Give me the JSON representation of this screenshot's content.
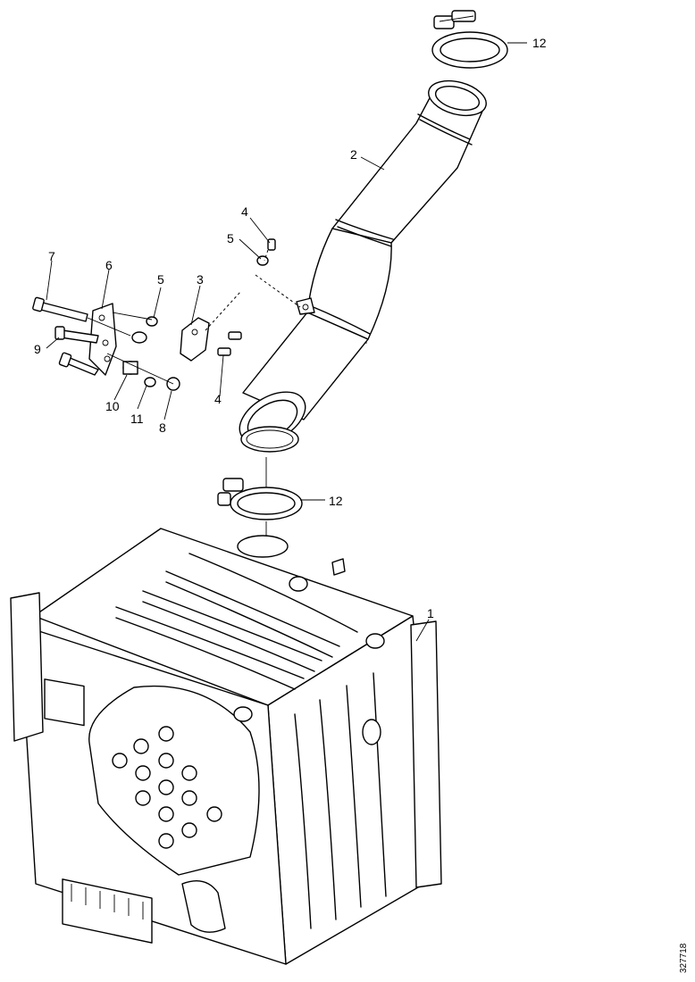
{
  "parts": {
    "p1": "1",
    "p2": "2",
    "p3": "3",
    "p4a": "4",
    "p4b": "4",
    "p5a": "5",
    "p5b": "5",
    "p6": "6",
    "p7": "7",
    "p8": "8",
    "p9": "9",
    "p10": "10",
    "p11": "11",
    "p12a": "12",
    "p12b": "12"
  },
  "drawing_number": "327718"
}
